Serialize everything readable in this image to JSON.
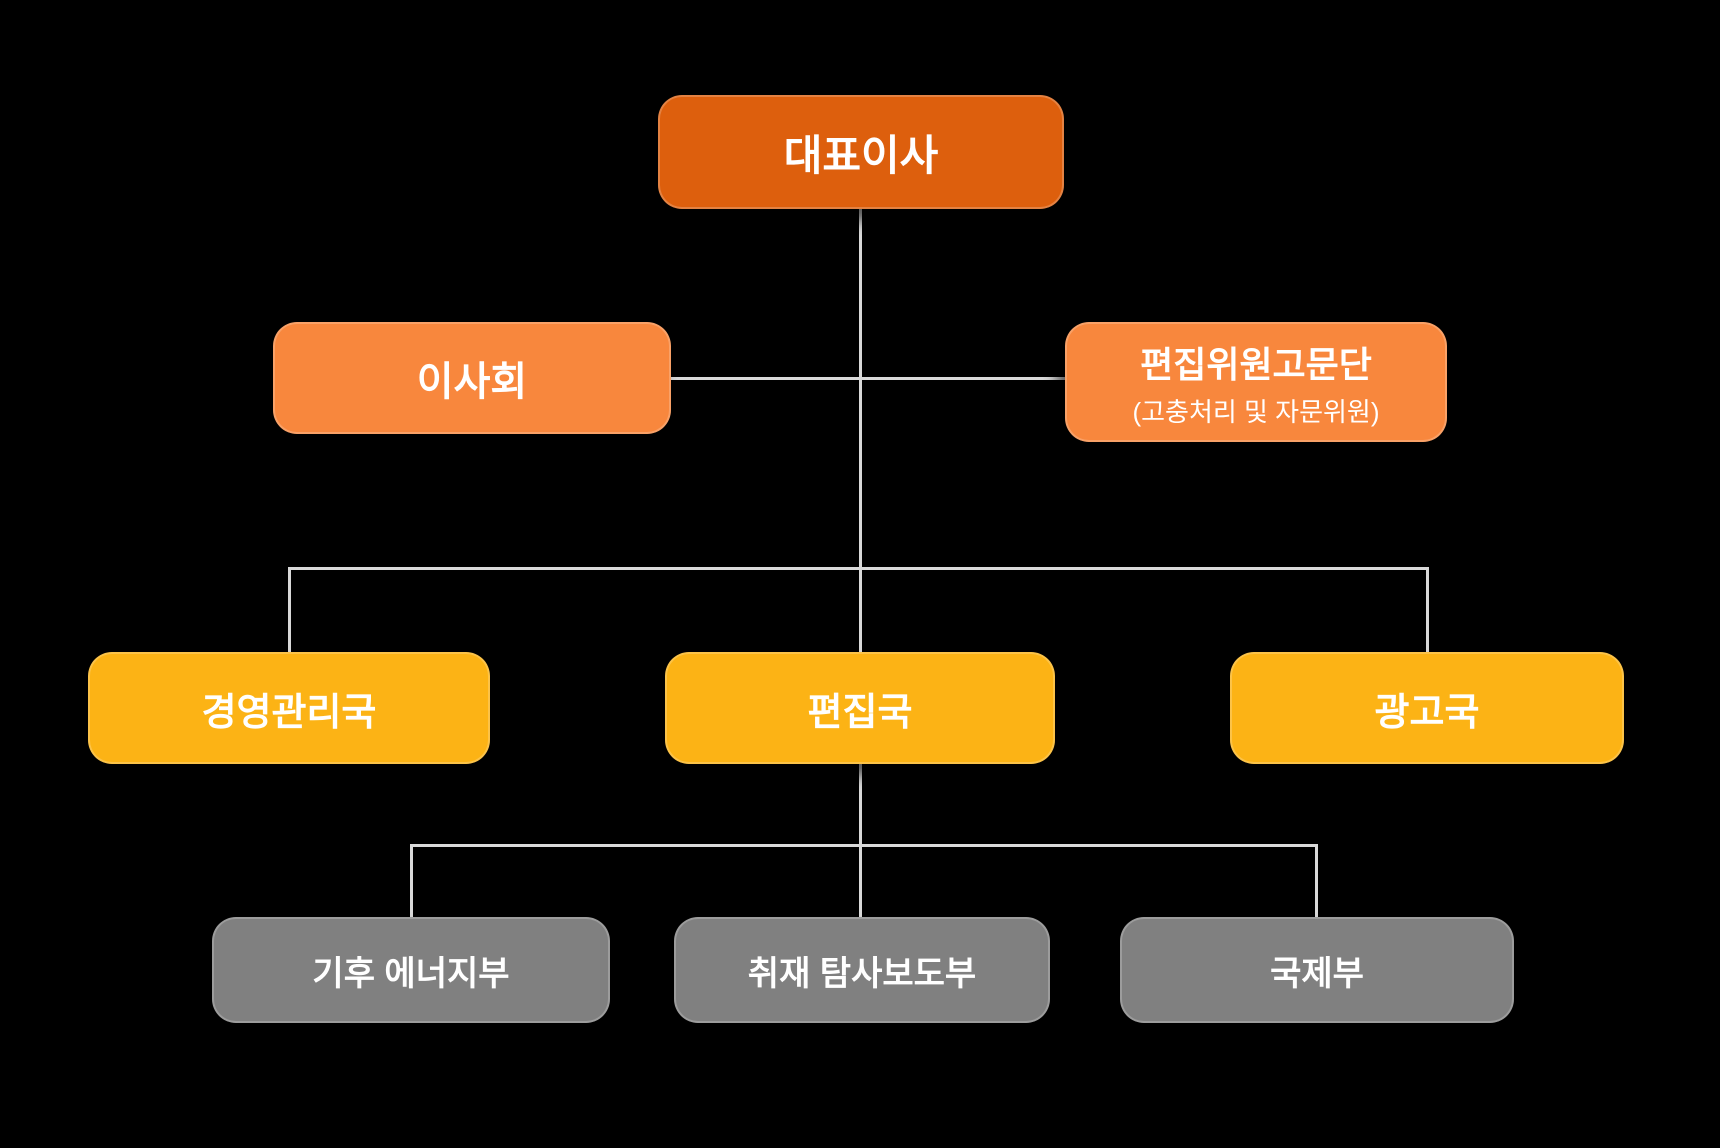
{
  "colors": {
    "background": "#000000",
    "level1_box": "#DD5F0D",
    "level2_box": "#F8873D",
    "level3_box": "#FCB315",
    "level4_box": "#808080",
    "text": "#FFFFFF",
    "connector": "#D9D9D9"
  },
  "nodes": {
    "ceo": {
      "label": "대표이사"
    },
    "board": {
      "label": "이사회"
    },
    "advisory": {
      "label": "편집위원고문단",
      "sublabel": "(고충처리 및 자문위원)"
    },
    "management": {
      "label": "경영관리국"
    },
    "editorial": {
      "label": "편집국"
    },
    "advertising": {
      "label": "광고국"
    },
    "climate": {
      "label": "기후 에너지부"
    },
    "reporting": {
      "label": "취재 탐사보도부"
    },
    "international": {
      "label": "국제부"
    }
  },
  "edges": [
    {
      "from": "대표이사",
      "to": "이사회"
    },
    {
      "from": "대표이사",
      "to": "편집위원고문단"
    },
    {
      "from": "대표이사",
      "to": "경영관리국"
    },
    {
      "from": "대표이사",
      "to": "편집국"
    },
    {
      "from": "대표이사",
      "to": "광고국"
    },
    {
      "from": "편집국",
      "to": "기후 에너지부"
    },
    {
      "from": "편집국",
      "to": "취재 탐사보도부"
    },
    {
      "from": "편집국",
      "to": "국제부"
    }
  ]
}
